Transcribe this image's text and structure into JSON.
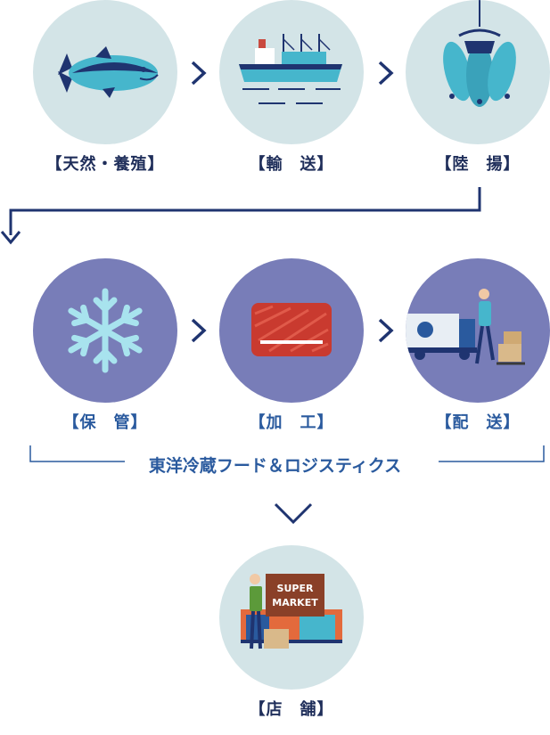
{
  "steps": [
    {
      "id": "aquaculture",
      "label": "【天然・養殖】",
      "icon": "tuna-icon"
    },
    {
      "id": "transport",
      "label": "【輸　送】",
      "icon": "ship-icon"
    },
    {
      "id": "landing",
      "label": "【陸　揚】",
      "icon": "hanging-fish-icon"
    },
    {
      "id": "storage",
      "label": "【保　管】",
      "icon": "snowflake-icon"
    },
    {
      "id": "processing",
      "label": "【加　工】",
      "icon": "tuna-block-icon"
    },
    {
      "id": "delivery",
      "label": "【配　送】",
      "icon": "truck-icon"
    },
    {
      "id": "store",
      "label": "【店　舗】",
      "icon": "supermarket-icon"
    }
  ],
  "group": {
    "label": "東洋冷蔵フード＆ロジスティクス"
  },
  "store_sign": {
    "line1": "SUPER",
    "line2": "MARKET"
  },
  "colors": {
    "navy": "#1f3470",
    "light_circle": "#d3e4e7",
    "purple_circle": "#787db8",
    "text_blue": "#2a5a9e"
  }
}
